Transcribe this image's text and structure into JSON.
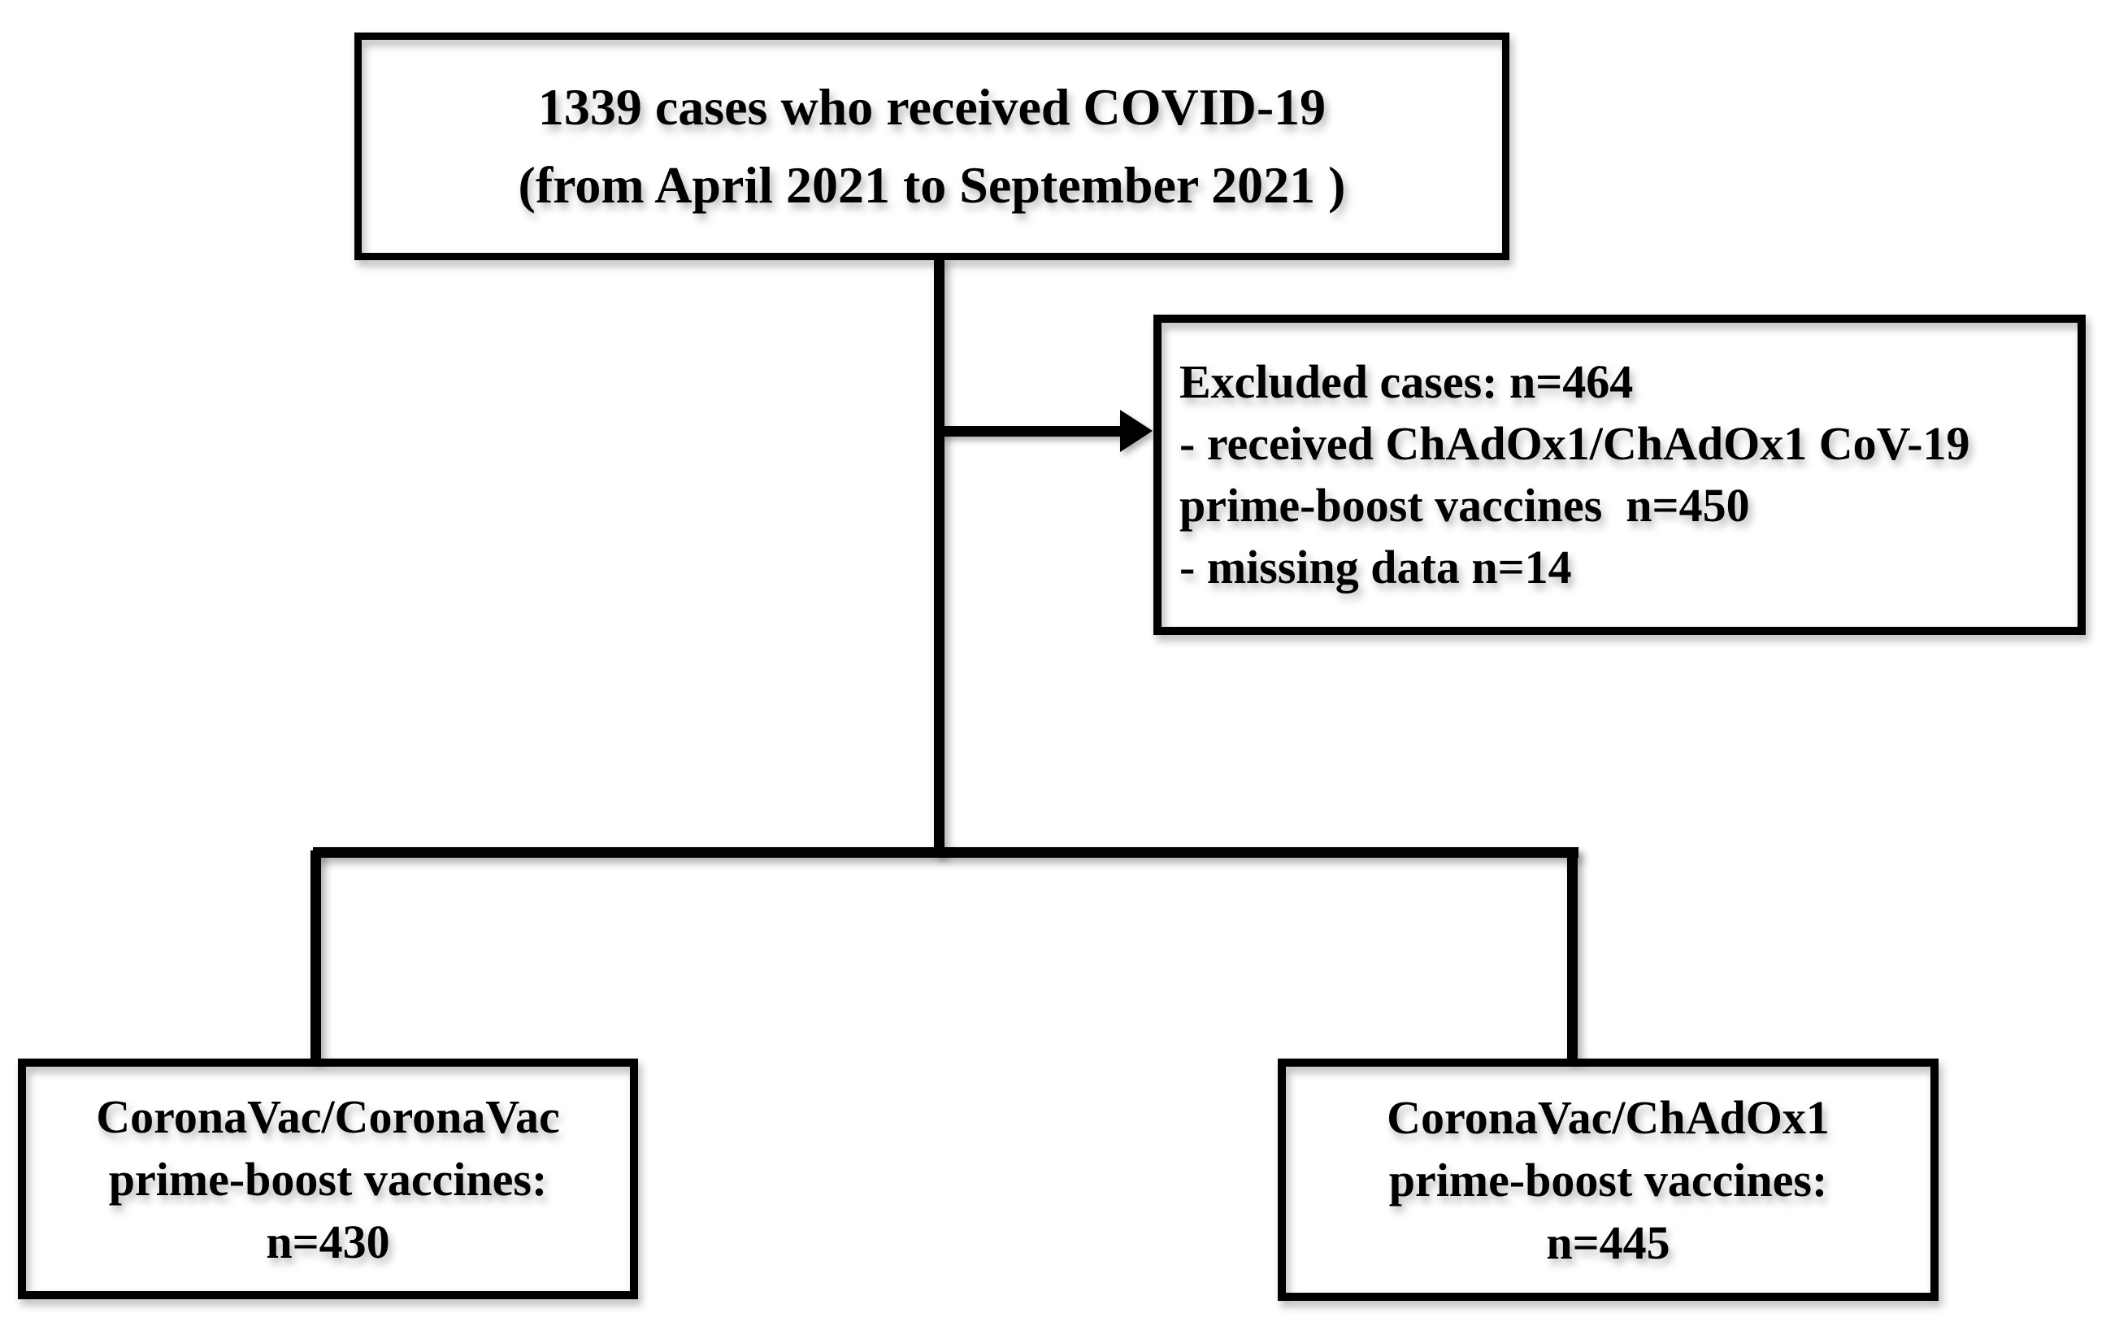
{
  "page": {
    "background_color": "#ffffff",
    "ink_color": "#000000"
  },
  "flowchart": {
    "enrollment_box": {
      "lines": [
        "1339 cases who received COVID-19",
        "(from April 2021 to September 2021 )"
      ]
    },
    "exclusion_box": {
      "lines": [
        "Excluded cases: n=464",
        "- received ChAdOx1/ChAdOx1 CoV-19",
        "prime-boost vaccines  n=450",
        "- missing data n=14"
      ]
    },
    "left_branch_box": {
      "lines": [
        "CoronaVac/CoronaVac",
        "prime-boost vaccines:",
        "n=430"
      ]
    },
    "right_branch_box": {
      "lines": [
        "CoronaVac/ChAdOx1",
        "prime-boost vaccines:",
        "n=445"
      ]
    },
    "counts": {
      "total_cases": 1339,
      "excluded_cases": 464,
      "chadox1_chadox1_prime_boost": 450,
      "missing_data": 14,
      "coronavac_coronavac": 430,
      "coronavac_chadox1": 445
    }
  }
}
